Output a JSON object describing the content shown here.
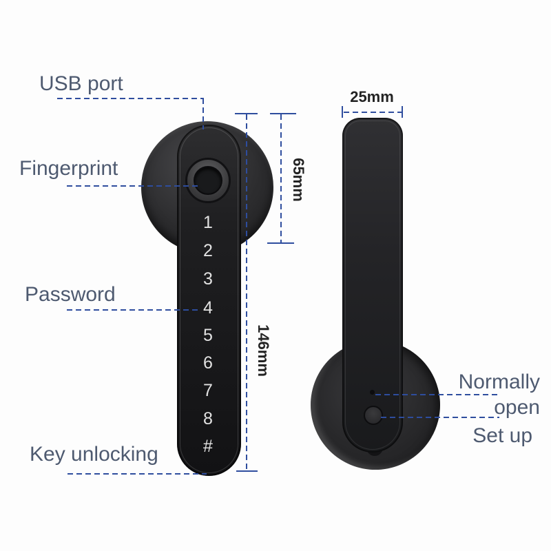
{
  "colors": {
    "bg": "#fdfdfd",
    "accent": "#2e4d9e",
    "label": "#4e5a70",
    "dimtext": "#232323"
  },
  "callouts": {
    "usb_port": "USB port",
    "fingerprint": "Fingerprint",
    "password": "Password",
    "key_unlocking": "Key unlocking",
    "normally_open": "Normally open",
    "set_up": "Set up"
  },
  "dimensions": {
    "handle_width": "25mm",
    "rosette_height": "65mm",
    "handle_length": "146mm"
  },
  "keypad": [
    "1",
    "2",
    "3",
    "4",
    "5",
    "6",
    "7",
    "8",
    "#"
  ]
}
